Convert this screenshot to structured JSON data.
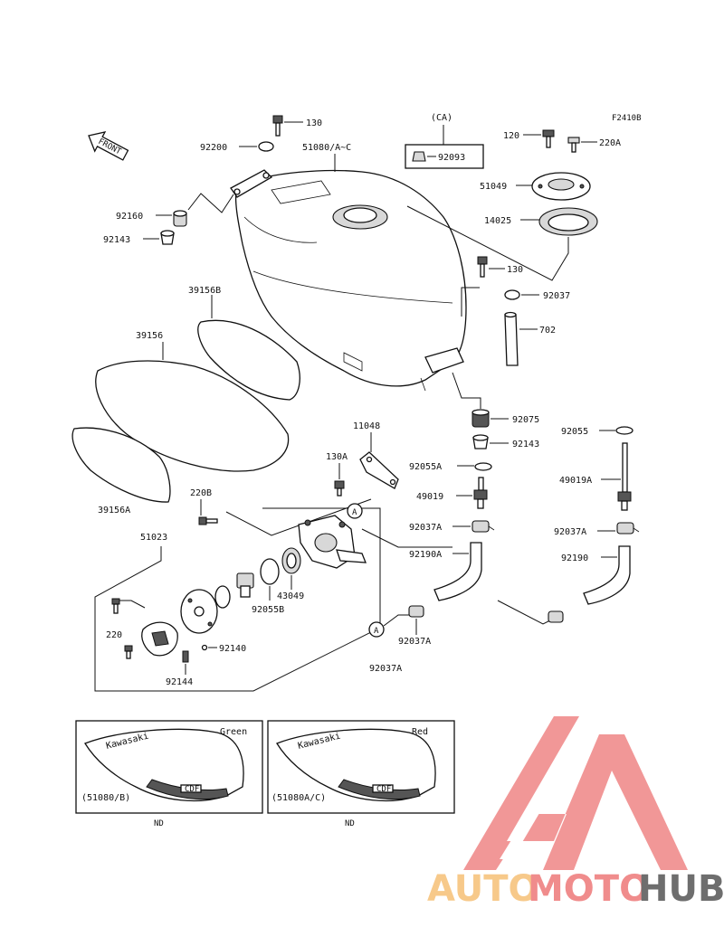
{
  "figure_code": "F2410B",
  "ca_label": "(CA)",
  "front_label": "FRONT",
  "circle_ref": "A",
  "parts": {
    "p130_top": "130",
    "p92200": "92200",
    "p51080": "51080/A~C",
    "p92093": "92093",
    "p120": "120",
    "p220A": "220A",
    "p51049": "51049",
    "p14025": "14025",
    "p92160": "92160",
    "p92143_left": "92143",
    "p130_right": "130",
    "p92037": "92037",
    "p39156B": "39156B",
    "p702": "702",
    "p39156": "39156",
    "p92075": "92075",
    "p92055": "92055",
    "p11048": "11048",
    "p92143_right": "92143",
    "p130A": "130A",
    "p92055A": "92055A",
    "p49019A": "49019A",
    "p39156A": "39156A",
    "p220B": "220B",
    "p49019": "49019",
    "p92037A_1": "92037A",
    "p92037A_2": "92037A",
    "p51023": "51023",
    "p92190A": "92190A",
    "p92190": "92190",
    "p43049": "43049",
    "p92055B": "92055B",
    "p220": "220",
    "p92140": "92140",
    "p92037A_3": "92037A",
    "p92144": "92144",
    "p92037A_4": "92037A"
  },
  "variants": [
    {
      "color": "Green",
      "code": "(51080/B)",
      "note": "ND",
      "brand": "Kawasaki",
      "badge": "CDF"
    },
    {
      "color": "Red",
      "code": "(51080A/C)",
      "note": "ND",
      "brand": "Kawasaki",
      "badge": "CDF"
    }
  ],
  "watermark": {
    "part1": "AUTO",
    "part2": "MOTO",
    "part3": "HUB",
    "colors": {
      "auto": "#f7c98a",
      "moto": "#f08c8c",
      "hub": "#6e6e6e",
      "logo": "#f08c8c"
    }
  }
}
